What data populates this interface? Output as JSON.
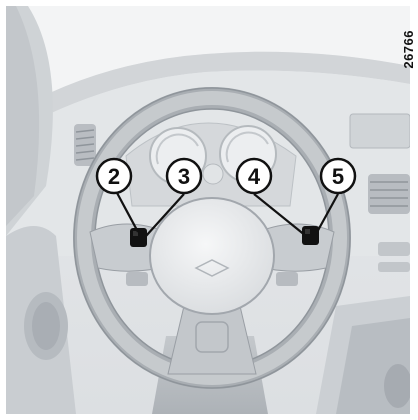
{
  "reference_code": "26766",
  "callouts": [
    {
      "label": "2"
    },
    {
      "label": "3"
    },
    {
      "label": "4"
    },
    {
      "label": "5"
    }
  ],
  "colors": {
    "background": "#ffffff",
    "interior_light": "#eef0f1",
    "interior_mid": "#d6d9dc",
    "interior_dark": "#b9bdc2",
    "control_black": "#111111",
    "callout_fill": "#ffffff",
    "callout_stroke": "#111111"
  },
  "icons": [
    "steering-wheel-icon",
    "instrument-cluster-icon",
    "control-button-icon",
    "callout-line-icon"
  ]
}
